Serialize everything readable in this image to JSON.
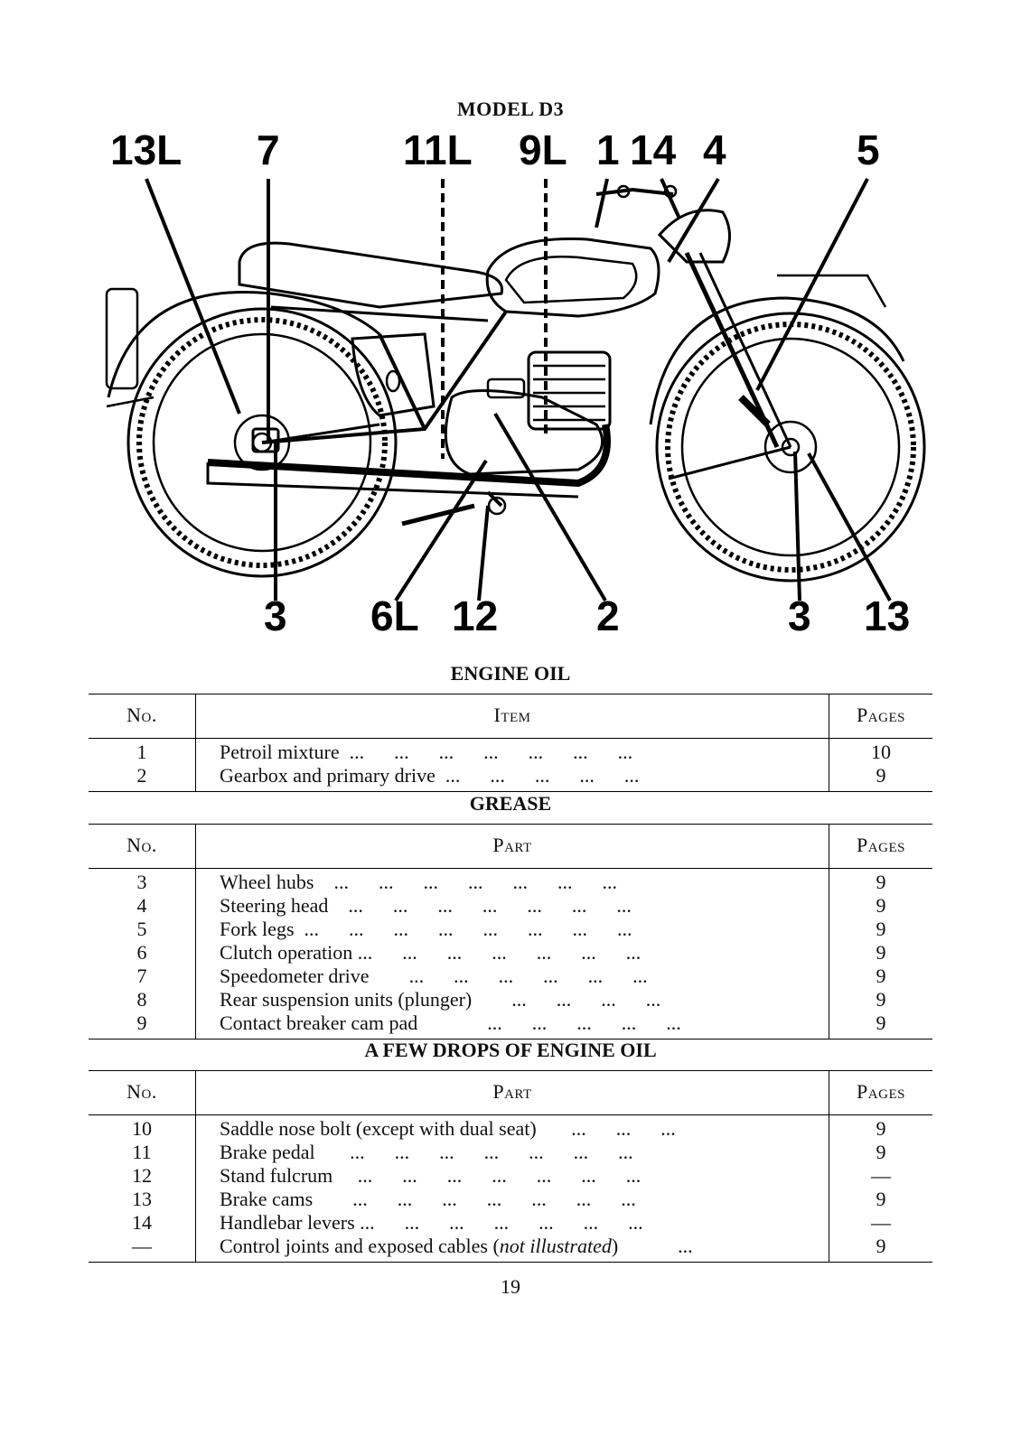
{
  "model_title": "MODEL D3",
  "callouts": {
    "top": [
      "13L",
      "7",
      "11L",
      "9L",
      "1",
      "14",
      "4",
      "5"
    ],
    "bottom": [
      "3",
      "6L",
      "12",
      "2",
      "3",
      "13"
    ]
  },
  "engine_oil": {
    "heading": "ENGINE OIL",
    "columns": [
      "No.",
      "Item",
      "Pages"
    ],
    "rows": [
      {
        "no": "1",
        "item": "Petroil mixture",
        "dots": "...      ...      ...      ...      ...      ...      ...",
        "pages": "10"
      },
      {
        "no": "2",
        "item": "Gearbox and primary drive",
        "dots": "...      ...      ...      ...      ...",
        "pages": "9"
      }
    ]
  },
  "grease": {
    "heading": "GREASE",
    "columns": [
      "No.",
      "Part",
      "Pages"
    ],
    "rows": [
      {
        "no": "3",
        "item": "Wheel hubs",
        "dots": "...      ...      ...      ...      ...      ...      ...",
        "pages": "9"
      },
      {
        "no": "4",
        "item": "Steering head",
        "dots": "...      ...      ...      ...      ...      ...      ...",
        "pages": "9"
      },
      {
        "no": "5",
        "item": "Fork legs",
        "dots": "...      ...      ...      ...      ...      ...      ...      ...",
        "pages": "9"
      },
      {
        "no": "6",
        "item": "Clutch operation",
        "dots": "...      ...      ...      ...      ...      ...      ...",
        "pages": "9"
      },
      {
        "no": "7",
        "item": "Speedometer drive",
        "dots": "...      ...      ...      ...      ...      ...",
        "pages": "9"
      },
      {
        "no": "8",
        "item": "Rear suspension units (plunger)",
        "dots": "...      ...      ...      ...",
        "pages": "9"
      },
      {
        "no": "9",
        "item": "Contact breaker cam pad",
        "dots": "...      ...      ...      ...      ...",
        "pages": "9"
      }
    ]
  },
  "few_drops": {
    "heading": "A FEW DROPS OF ENGINE OIL",
    "columns": [
      "No.",
      "Part",
      "Pages"
    ],
    "rows": [
      {
        "no": "10",
        "item": "Saddle nose bolt (except with dual seat)",
        "dots": "...      ...      ...",
        "pages": "9"
      },
      {
        "no": "11",
        "item": "Brake pedal",
        "dots": "...      ...      ...      ...      ...      ...      ...",
        "pages": "9"
      },
      {
        "no": "12",
        "item": "Stand fulcrum",
        "dots": "...      ...      ...      ...      ...      ...      ...",
        "pages": "—"
      },
      {
        "no": "13",
        "item": "Brake cams",
        "dots": "...      ...      ...      ...      ...      ...      ...",
        "pages": "9"
      },
      {
        "no": "14",
        "item": "Handlebar levers",
        "dots": "...      ...      ...      ...      ...      ...      ...",
        "pages": "—"
      },
      {
        "no": "—",
        "item": "Control joints and exposed cables (",
        "item_em": "not illustrated",
        "item_tail": ")",
        "dots": "...",
        "pages": "9"
      }
    ]
  },
  "page_number": "19"
}
